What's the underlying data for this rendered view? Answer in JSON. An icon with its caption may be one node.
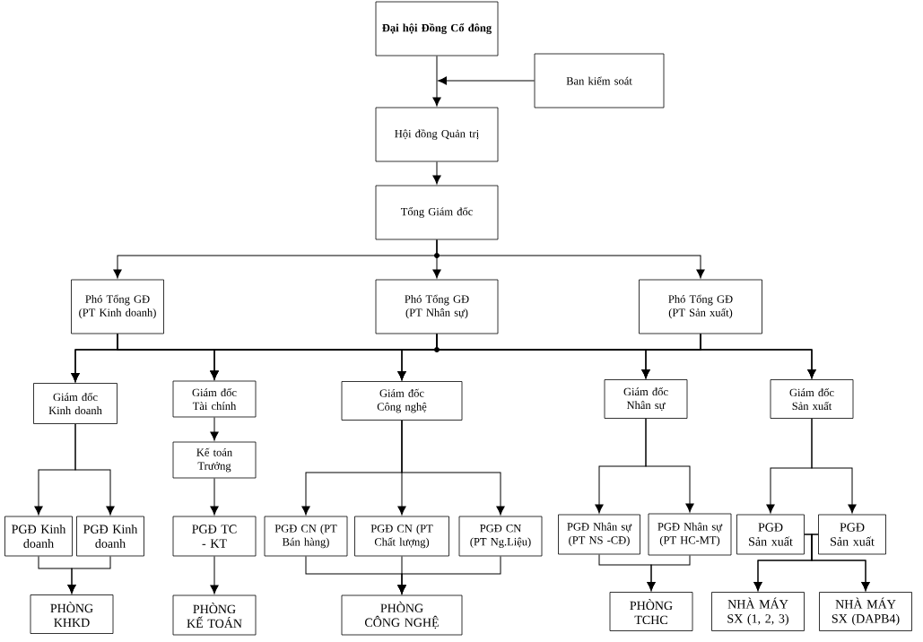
{
  "diagram": {
    "nodes": [
      {
        "text": [
          "Đại hội Đồng Cổ đông"
        ]
      },
      {
        "text": [
          "Ban kiểm soát"
        ]
      },
      {
        "text": [
          "Hội đồng Quản trị"
        ]
      },
      {
        "text": [
          "Tổng Giám đốc"
        ]
      },
      {
        "text": [
          "Phó Tổng GĐ (PT Kinh doanh)"
        ]
      },
      {
        "text": [
          "Phó Tổng GĐ (PT Nhân sự)"
        ]
      },
      {
        "text": [
          "Phó Tổng GĐ (PT Sản xuất)"
        ]
      },
      {
        "text": [
          "Giám đốc Kinh doanh"
        ]
      },
      {
        "text": [
          "Giám đốc Tài chính"
        ]
      },
      {
        "text": [
          "Kế toán Trưởng"
        ]
      },
      {
        "text": [
          "Giám đốc Công nghệ"
        ]
      },
      {
        "text": [
          "Giám đốc Nhân sự"
        ]
      },
      {
        "text": [
          "Giám đốc Sản xuất"
        ]
      },
      {
        "text": [
          "PGĐ Kinh doanh"
        ]
      },
      {
        "text": [
          "PGĐ Kinh doanh"
        ]
      },
      {
        "text": [
          "PGĐ TC - KT"
        ]
      },
      {
        "text": [
          "PGĐ CN (PT Bán hàng)"
        ]
      },
      {
        "text": [
          "PGĐ CN (PT Chất lượng)"
        ]
      },
      {
        "text": [
          "PGĐ CN (PT Ng.Liệu)"
        ]
      },
      {
        "text": [
          "PGĐ Nhân sự (PT NS -CĐ)"
        ]
      },
      {
        "text": [
          "PGĐ Nhân sự (PT HC-MT)"
        ]
      },
      {
        "text": [
          "PGĐ Sản xuất"
        ]
      },
      {
        "text": [
          "PGĐ Sản xuất"
        ]
      },
      {
        "text": [
          "PHÒNG KHKD"
        ]
      },
      {
        "text": [
          "PHÒNG KẾ TOÁN"
        ]
      },
      {
        "text": [
          "PHÒNG CÔNG NGHỆ"
        ]
      },
      {
        "text": [
          "PHÒNG TCHC"
        ]
      },
      {
        "text": [
          "NHÀ MÁY SX (1, 2, 3)"
        ]
      },
      {
        "text": [
          "NHÀ MÁY SX (DAPB4)"
        ]
      }
    ],
    "edges": [
      {
        "from": 0,
        "to": 2,
        "arrow": "to"
      },
      {
        "from": 1,
        "to": null,
        "arrow": "to"
      },
      {
        "from": 2,
        "to": 3,
        "arrow": "to"
      },
      {
        "from": 3,
        "to": 4,
        "arrow": "to"
      },
      {
        "from": 3,
        "to": 5,
        "arrow": "to"
      },
      {
        "from": 3,
        "to": 6,
        "arrow": "to"
      },
      {
        "from": 4,
        "to": 7,
        "arrow": "to"
      },
      {
        "from": 4,
        "to": 8,
        "arrow": "to"
      },
      {
        "from": 4,
        "to": 10,
        "arrow": "to"
      },
      {
        "from": 4,
        "to": 11,
        "arrow": "to"
      },
      {
        "from": 4,
        "to": 12,
        "arrow": "to"
      },
      {
        "from": 5,
        "to": 7,
        "arrow": "to"
      },
      {
        "from": 5,
        "to": 8,
        "arrow": "to"
      },
      {
        "from": 5,
        "to": 10,
        "arrow": "to"
      },
      {
        "from": 5,
        "to": 11,
        "arrow": "to"
      },
      {
        "from": 5,
        "to": 12,
        "arrow": "to"
      },
      {
        "from": 6,
        "to": 7,
        "arrow": "to"
      },
      {
        "from": 6,
        "to": 8,
        "arrow": "to"
      },
      {
        "from": 6,
        "to": 10,
        "arrow": "to"
      },
      {
        "from": 6,
        "to": 11,
        "arrow": "to"
      },
      {
        "from": 6,
        "to": 12,
        "arrow": "to"
      },
      {
        "from": 7,
        "to": 13,
        "arrow": "to"
      },
      {
        "from": 7,
        "to": 14,
        "arrow": "to"
      },
      {
        "from": 8,
        "to": 9,
        "arrow": "to"
      },
      {
        "from": 9,
        "to": 15,
        "arrow": "to"
      },
      {
        "from": 10,
        "to": 16,
        "arrow": "to"
      },
      {
        "from": 10,
        "to": 17,
        "arrow": "to"
      },
      {
        "from": 10,
        "to": 18,
        "arrow": "to"
      },
      {
        "from": 11,
        "to": 19,
        "arrow": "to"
      },
      {
        "from": 11,
        "to": 20,
        "arrow": "to"
      },
      {
        "from": 12,
        "to": 21,
        "arrow": "to"
      },
      {
        "from": 12,
        "to": 22,
        "arrow": "to"
      },
      {
        "from": 13,
        "to": 23,
        "arrow": "to"
      },
      {
        "from": 14,
        "to": 23,
        "arrow": "to"
      },
      {
        "from": 15,
        "to": 24,
        "arrow": "to"
      },
      {
        "from": 16,
        "to": 25,
        "arrow": "to"
      },
      {
        "from": 17,
        "to": 25,
        "arrow": "to"
      },
      {
        "from": 18,
        "to": 25,
        "arrow": "to"
      },
      {
        "from": 19,
        "to": 26,
        "arrow": "to"
      },
      {
        "from": 20,
        "to": 26,
        "arrow": "to"
      },
      {
        "from": 21,
        "to": 27,
        "arrow": "to"
      },
      {
        "from": 21,
        "to": 28,
        "arrow": "to"
      },
      {
        "from": 22,
        "to": 27,
        "arrow": "to"
      },
      {
        "from": 22,
        "to": 28,
        "arrow": "to"
      }
    ]
  }
}
